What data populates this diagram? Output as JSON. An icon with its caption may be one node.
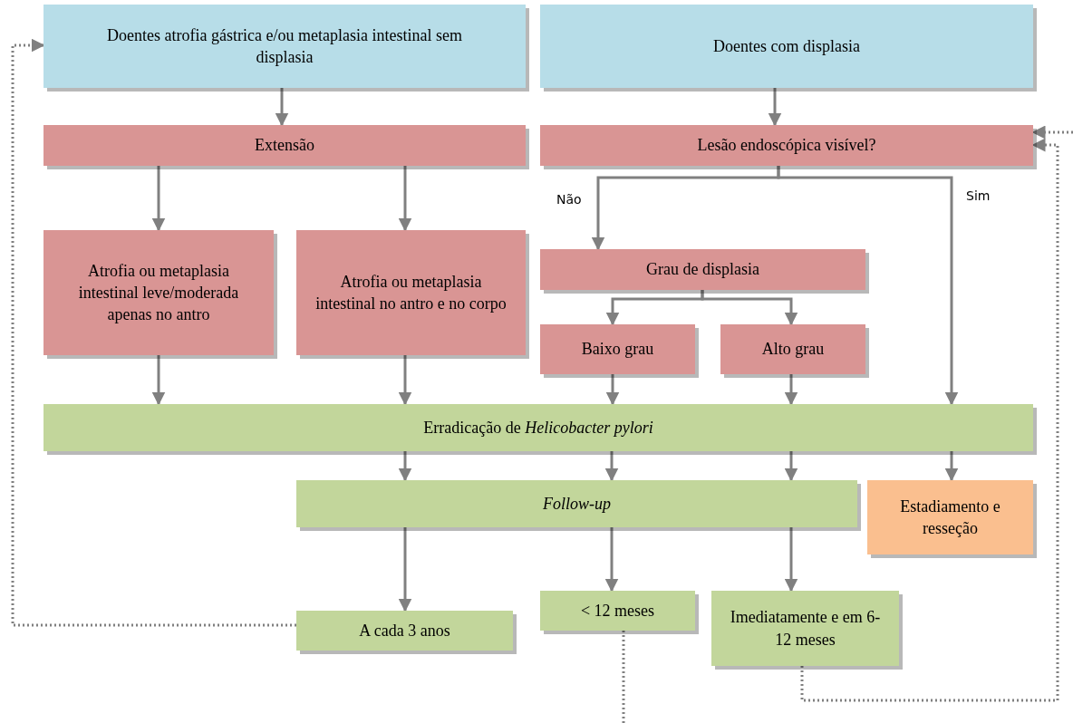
{
  "diagram": {
    "nodes": [
      {
        "text": [
          "Doentes atrofia gástrica e/ou metaplasia intestinal sem displasia"
        ]
      },
      {
        "text": [
          "Doentes com displasia"
        ]
      },
      {
        "text": [
          "Extensão"
        ]
      },
      {
        "text": [
          "Lesão endoscópica visível?"
        ]
      },
      {
        "text": [
          "Atrofia ou metaplasia intestinal leve/moderada apenas no antro"
        ]
      },
      {
        "text": [
          "Atrofia ou metaplasia intestinal no antro e no corpo"
        ]
      },
      {
        "text": [
          "Grau de displasia"
        ]
      },
      {
        "text": [
          "Baixo grau"
        ]
      },
      {
        "text": [
          "Alto grau"
        ]
      },
      {
        "text": [
          "Erradicação de *Helicobacter pylori*"
        ]
      },
      {
        "text": [
          "Follow-up"
        ]
      },
      {
        "text": [
          "Estadiamento e resseção"
        ]
      },
      {
        "text": [
          "A cada 3 anos"
        ]
      },
      {
        "text": [
          "< 12 meses"
        ]
      },
      {
        "text": [
          "Imediatamente e em 6-12 meses"
        ]
      }
    ],
    "edges": [
      {
        "from": 0,
        "to": 2,
        "arrow": "to"
      },
      {
        "from": 1,
        "to": 3,
        "arrow": "to"
      },
      {
        "from": 2,
        "to": 4,
        "arrow": "to"
      },
      {
        "from": 2,
        "to": 5,
        "arrow": "to"
      },
      {
        "from": 3,
        "to": 6,
        "arrow": "to",
        "label": "Não"
      },
      {
        "from": 3,
        "to": 9,
        "arrow": "to",
        "label": "Sim"
      },
      {
        "from": 6,
        "to": 7,
        "arrow": "to"
      },
      {
        "from": 6,
        "to": 8,
        "arrow": "to"
      },
      {
        "from": 4,
        "to": 9,
        "arrow": "to"
      },
      {
        "from": 5,
        "to": 9,
        "arrow": "to"
      },
      {
        "from": 7,
        "to": 9,
        "arrow": "to"
      },
      {
        "from": 8,
        "to": 9,
        "arrow": "to"
      },
      {
        "from": 9,
        "to": 10,
        "arrow": "to"
      },
      {
        "from": 9,
        "to": 10,
        "arrow": "to"
      },
      {
        "from": 9,
        "to": 10,
        "arrow": "to"
      },
      {
        "from": 9,
        "to": 11,
        "arrow": "to"
      },
      {
        "from": 10,
        "to": 12,
        "arrow": "to"
      },
      {
        "from": 10,
        "to": 13,
        "arrow": "to"
      },
      {
        "from": 10,
        "to": 14,
        "arrow": "to"
      },
      {
        "from": 12,
        "to": 0,
        "arrow": "to",
        "style": "dashed"
      },
      {
        "from": 14,
        "to": 3,
        "arrow": "to",
        "style": "dashed"
      },
      {
        "from": 13,
        "to": null,
        "arrow": "none",
        "style": "dashed"
      },
      {
        "from": null,
        "to": 3,
        "arrow": "to",
        "style": "dashed"
      }
    ]
  }
}
